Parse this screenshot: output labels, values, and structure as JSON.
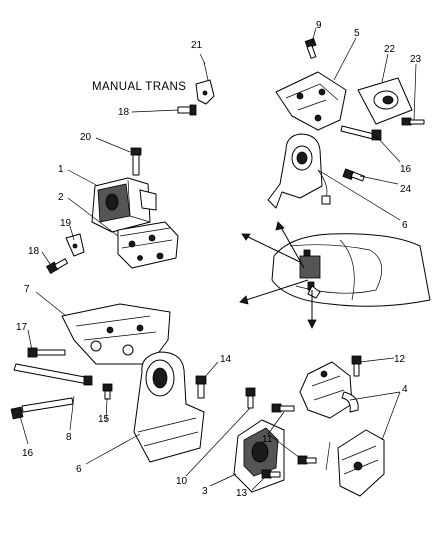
{
  "caption": "MANUAL TRANS",
  "callouts": {
    "c1": "1",
    "c2": "2",
    "c3": "3",
    "c4": "4",
    "c5": "5",
    "c6a": "6",
    "c6b": "6",
    "c7": "7",
    "c8": "8",
    "c9": "9",
    "c10": "10",
    "c11": "11",
    "c12": "12",
    "c13": "13",
    "c14": "14",
    "c15": "15",
    "c16a": "16",
    "c16b": "16",
    "c17": "17",
    "c18a": "18",
    "c18b": "18",
    "c19": "19",
    "c20": "20",
    "c21": "21",
    "c22": "22",
    "c23": "23",
    "c24": "24"
  }
}
